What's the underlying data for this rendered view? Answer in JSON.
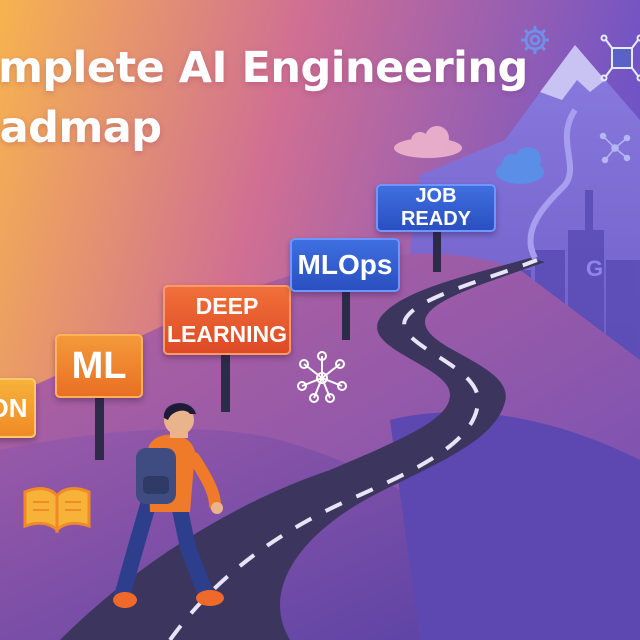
{
  "title": {
    "line1": "Complete AI Engineering",
    "line2": "Roadmap"
  },
  "signs": {
    "partial": "ON",
    "ml": "ML",
    "deep_learning_line1": "DEEP",
    "deep_learning_line2": "LEARNING",
    "mlops": "MLOps",
    "job_ready": "JOB READY"
  },
  "building_logo": "G",
  "icons": [
    "gear-icon",
    "chip-icon",
    "network-icon",
    "cloud-icon",
    "book-icon",
    "neural-network-icon"
  ],
  "colors": {
    "sky_left": "#f7b34f",
    "sky_mid": "#d06f93",
    "sky_right": "#6b52c9",
    "road": "#3c355e",
    "sign_orange": "#ea6f24",
    "sign_blue": "#2a4fc0",
    "traveler_jacket": "#ef7a2a"
  }
}
